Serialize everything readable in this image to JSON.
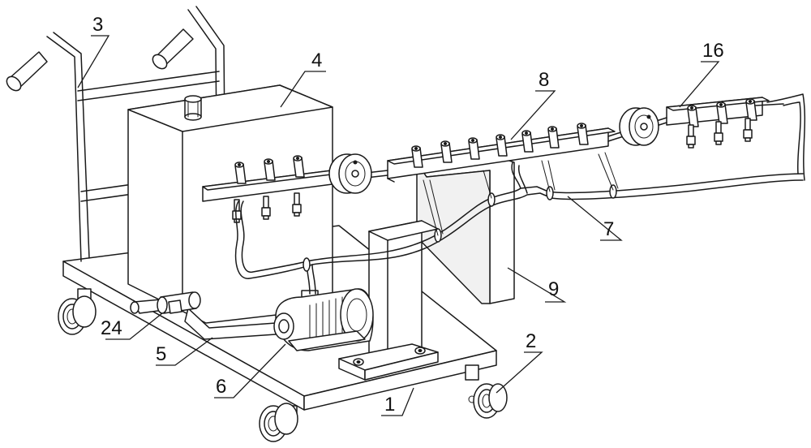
{
  "callouts": {
    "c1": "1",
    "c2": "2",
    "c3": "3",
    "c4": "4",
    "c5": "5",
    "c6": "6",
    "c7": "7",
    "c8": "8",
    "c9": "9",
    "c16": "16",
    "c24": "24"
  }
}
